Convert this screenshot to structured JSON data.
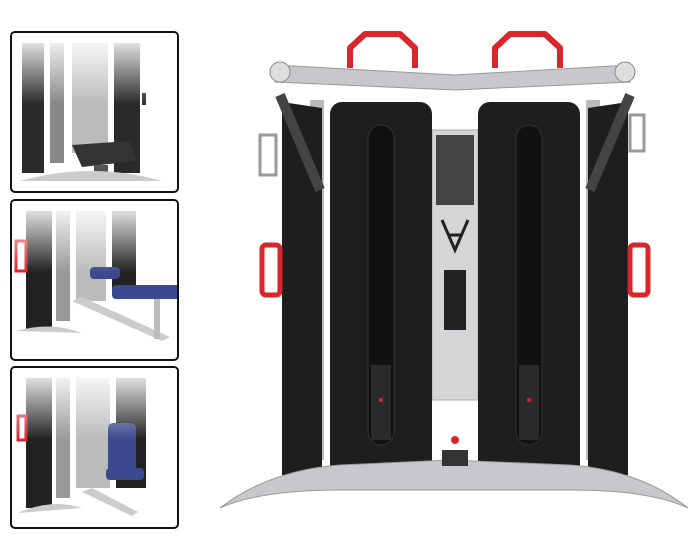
{
  "colors": {
    "frame": "#c8c8cc",
    "panel": "#1e1e1e",
    "handle": "#d8262a",
    "bench": "#3b4a8f",
    "thumb_border": "#111111"
  },
  "thumbnails": [
    {
      "icon": "platform-attachment-image"
    },
    {
      "icon": "flat-bench-attachment-image"
    },
    {
      "icon": "seat-attachment-image"
    }
  ],
  "main": {
    "icon": "functional-trainer-image"
  }
}
